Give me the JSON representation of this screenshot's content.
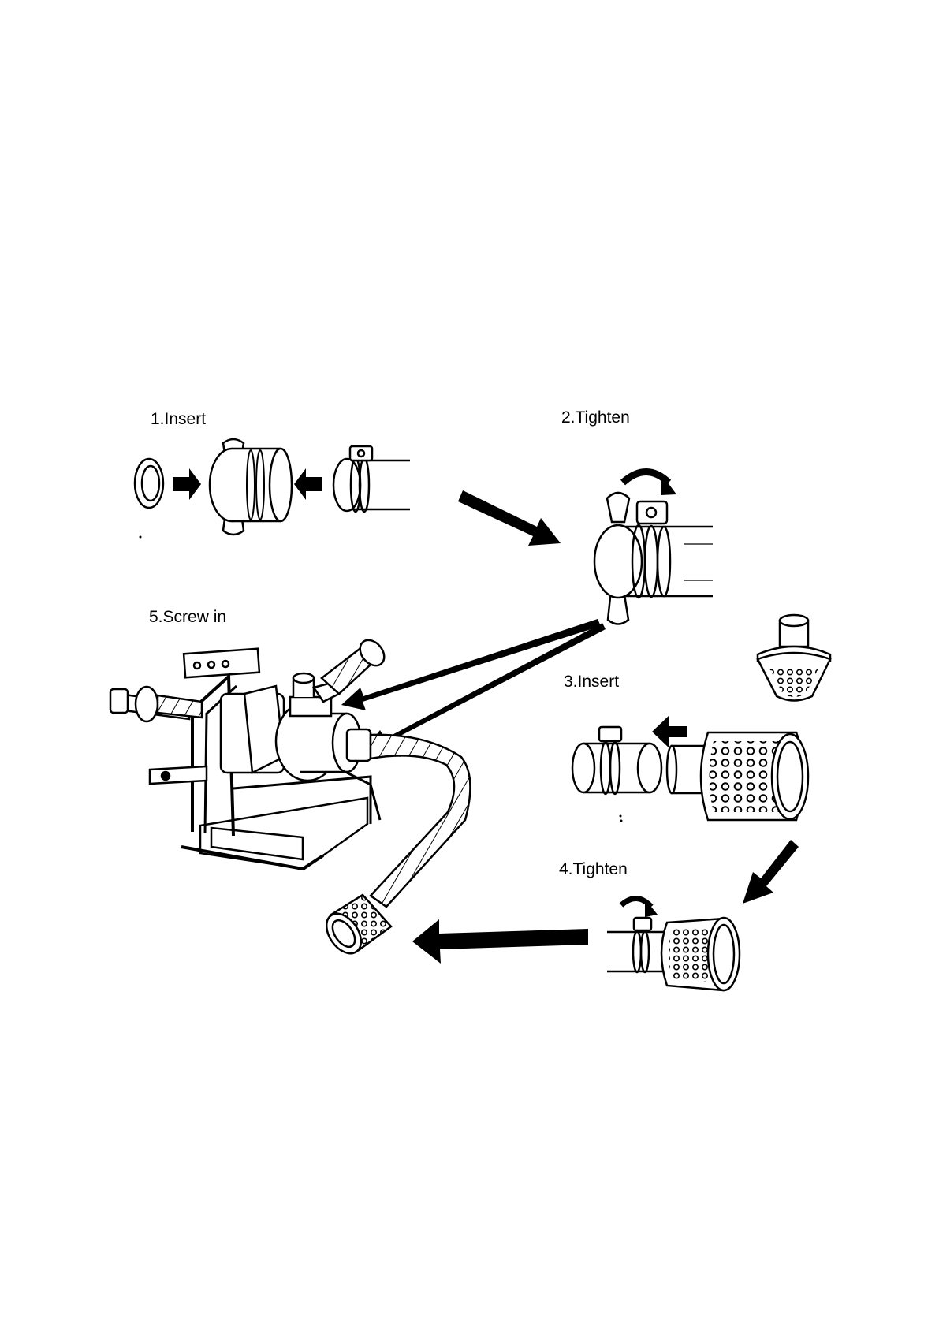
{
  "steps": [
    {
      "id": "step-1",
      "label": "1.Insert"
    },
    {
      "id": "step-2",
      "label": "2.Tighten"
    },
    {
      "id": "step-3",
      "label": "3.Insert"
    },
    {
      "id": "step-4",
      "label": "4.Tighten"
    },
    {
      "id": "step-5",
      "label": "5.Screw in"
    }
  ],
  "colors": {
    "ink": "#000000",
    "paper": "#ffffff",
    "shade": "#d8d8d8"
  }
}
